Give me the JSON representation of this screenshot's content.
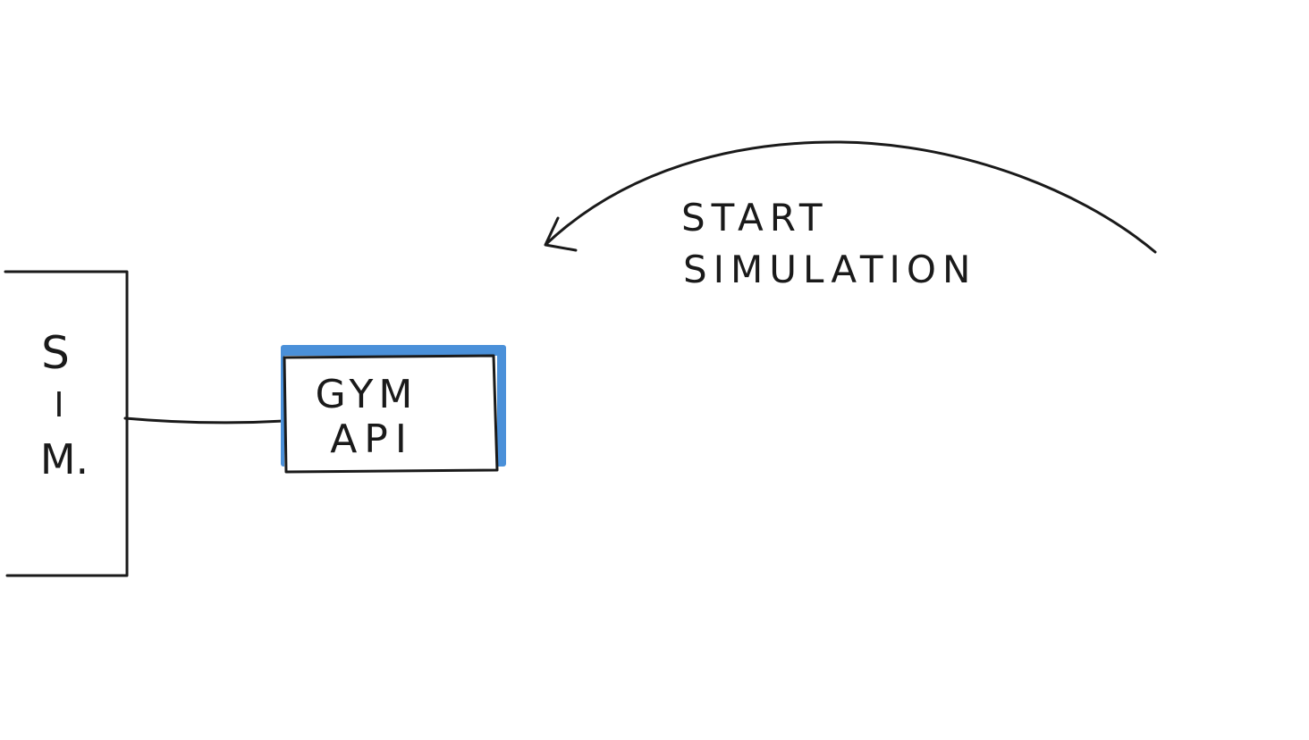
{
  "diagram": {
    "sim_block": {
      "letters": [
        "S",
        "I",
        "M."
      ]
    },
    "gym_api_block": {
      "line1": "GYM",
      "line2": "API",
      "highlight_color": "#4a90d9"
    },
    "annotation": {
      "line1": "START",
      "line2": "SIMULATION"
    },
    "ink_color": "#1a1a1a",
    "background_color": "#ffffff"
  }
}
